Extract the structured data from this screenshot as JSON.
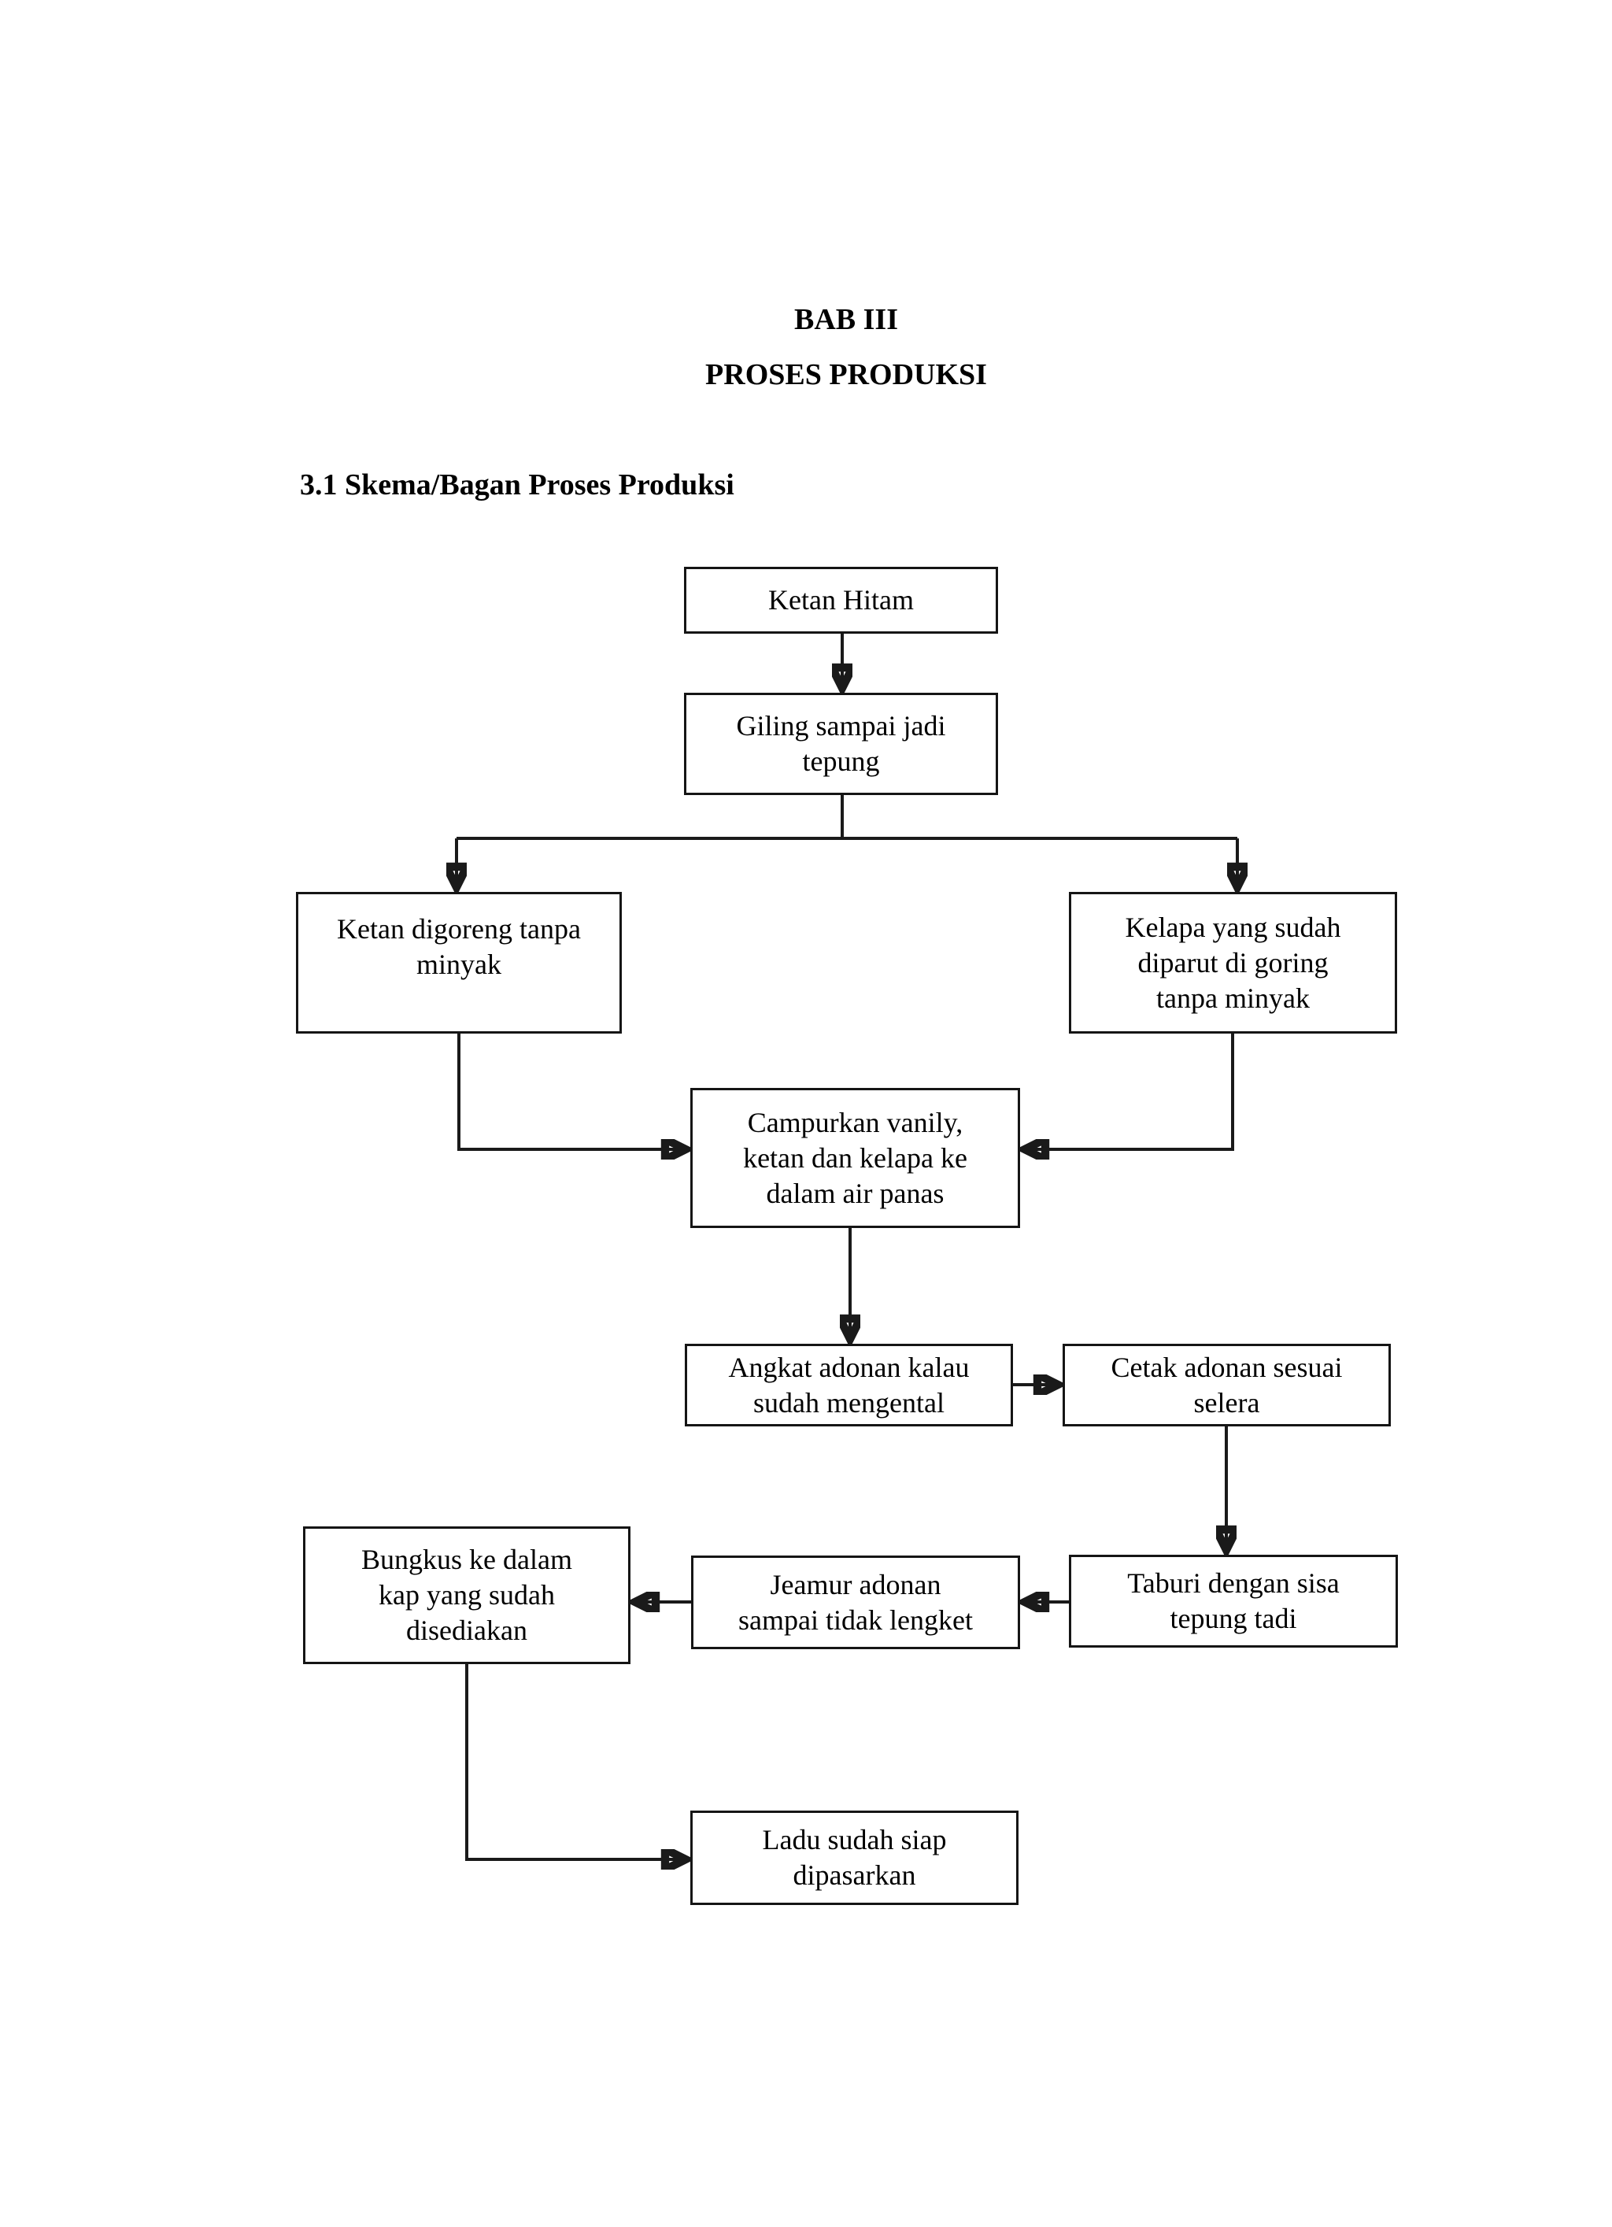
{
  "page": {
    "chapter_title": "BAB III",
    "chapter_subtitle": "PROSES PRODUKSI",
    "section_heading": "3.1 Skema/Bagan Proses Produksi"
  },
  "flowchart": {
    "nodes": [
      {
        "id": "ketan-hitam",
        "label": "Ketan Hitam"
      },
      {
        "id": "giling",
        "label": "Giling sampai jadi\ntepung"
      },
      {
        "id": "ketan-digoreng",
        "label": "Ketan digoreng tanpa\nminyak"
      },
      {
        "id": "kelapa",
        "label": "Kelapa yang sudah\ndiparut di goring\ntanpa minyak"
      },
      {
        "id": "campurkan",
        "label": "Campurkan vanily,\nketan dan kelapa ke\ndalam air panas"
      },
      {
        "id": "angkat",
        "label": "Angkat adonan kalau\nsudah mengental"
      },
      {
        "id": "cetak",
        "label": "Cetak adonan sesuai\nselera"
      },
      {
        "id": "taburi",
        "label": "Taburi dengan sisa\ntepung tadi"
      },
      {
        "id": "jeamur",
        "label": "Jeamur adonan\nsampai tidak lengket"
      },
      {
        "id": "bungkus",
        "label": "Bungkus ke dalam\nkap yang sudah\ndisediakan"
      },
      {
        "id": "ladu",
        "label": "Ladu sudah siap\ndipasarkan"
      }
    ],
    "edges": [
      {
        "from": "ketan-hitam",
        "to": "giling"
      },
      {
        "from": "giling",
        "to": "ketan-digoreng"
      },
      {
        "from": "giling",
        "to": "kelapa"
      },
      {
        "from": "ketan-digoreng",
        "to": "campurkan"
      },
      {
        "from": "kelapa",
        "to": "campurkan"
      },
      {
        "from": "campurkan",
        "to": "angkat"
      },
      {
        "from": "angkat",
        "to": "cetak"
      },
      {
        "from": "cetak",
        "to": "taburi"
      },
      {
        "from": "taburi",
        "to": "jeamur"
      },
      {
        "from": "jeamur",
        "to": "bungkus"
      },
      {
        "from": "bungkus",
        "to": "ladu"
      }
    ],
    "colors": {
      "background": "#ffffff",
      "line": "#1a1a1a",
      "box_border": "#151515",
      "text": "#000000"
    }
  }
}
